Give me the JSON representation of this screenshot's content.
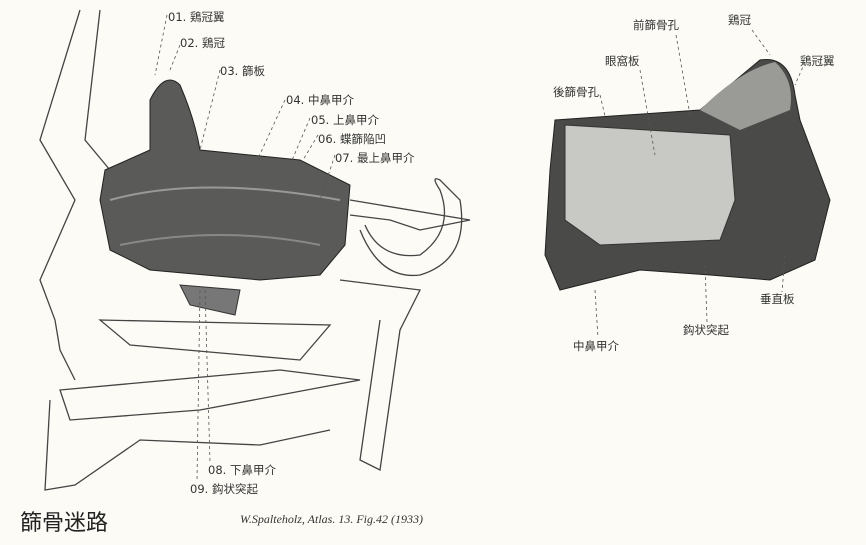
{
  "title": "篩骨迷路",
  "citation": "W.Spalteholz, Atlas. 13. Fig.42 (1933)",
  "left_labels": [
    "01. 鶏冠翼",
    "02. 鶏冠",
    "03. 篩板",
    "04. 中鼻甲介",
    "05. 上鼻甲介",
    "06. 蝶篩陥凹",
    "07. 最上鼻甲介",
    "08. 下鼻甲介",
    "09. 鈎状突起"
  ],
  "right_labels": {
    "anterior_foramen": "前篩骨孔",
    "crista": "鶏冠",
    "orbital_plate": "眼窩板",
    "posterior_foramen": "後篩骨孔",
    "ala": "鶏冠翼",
    "perpendicular_plate": "垂直板",
    "middle_concha": "中鼻甲介",
    "uncinate": "鈎状突起"
  }
}
